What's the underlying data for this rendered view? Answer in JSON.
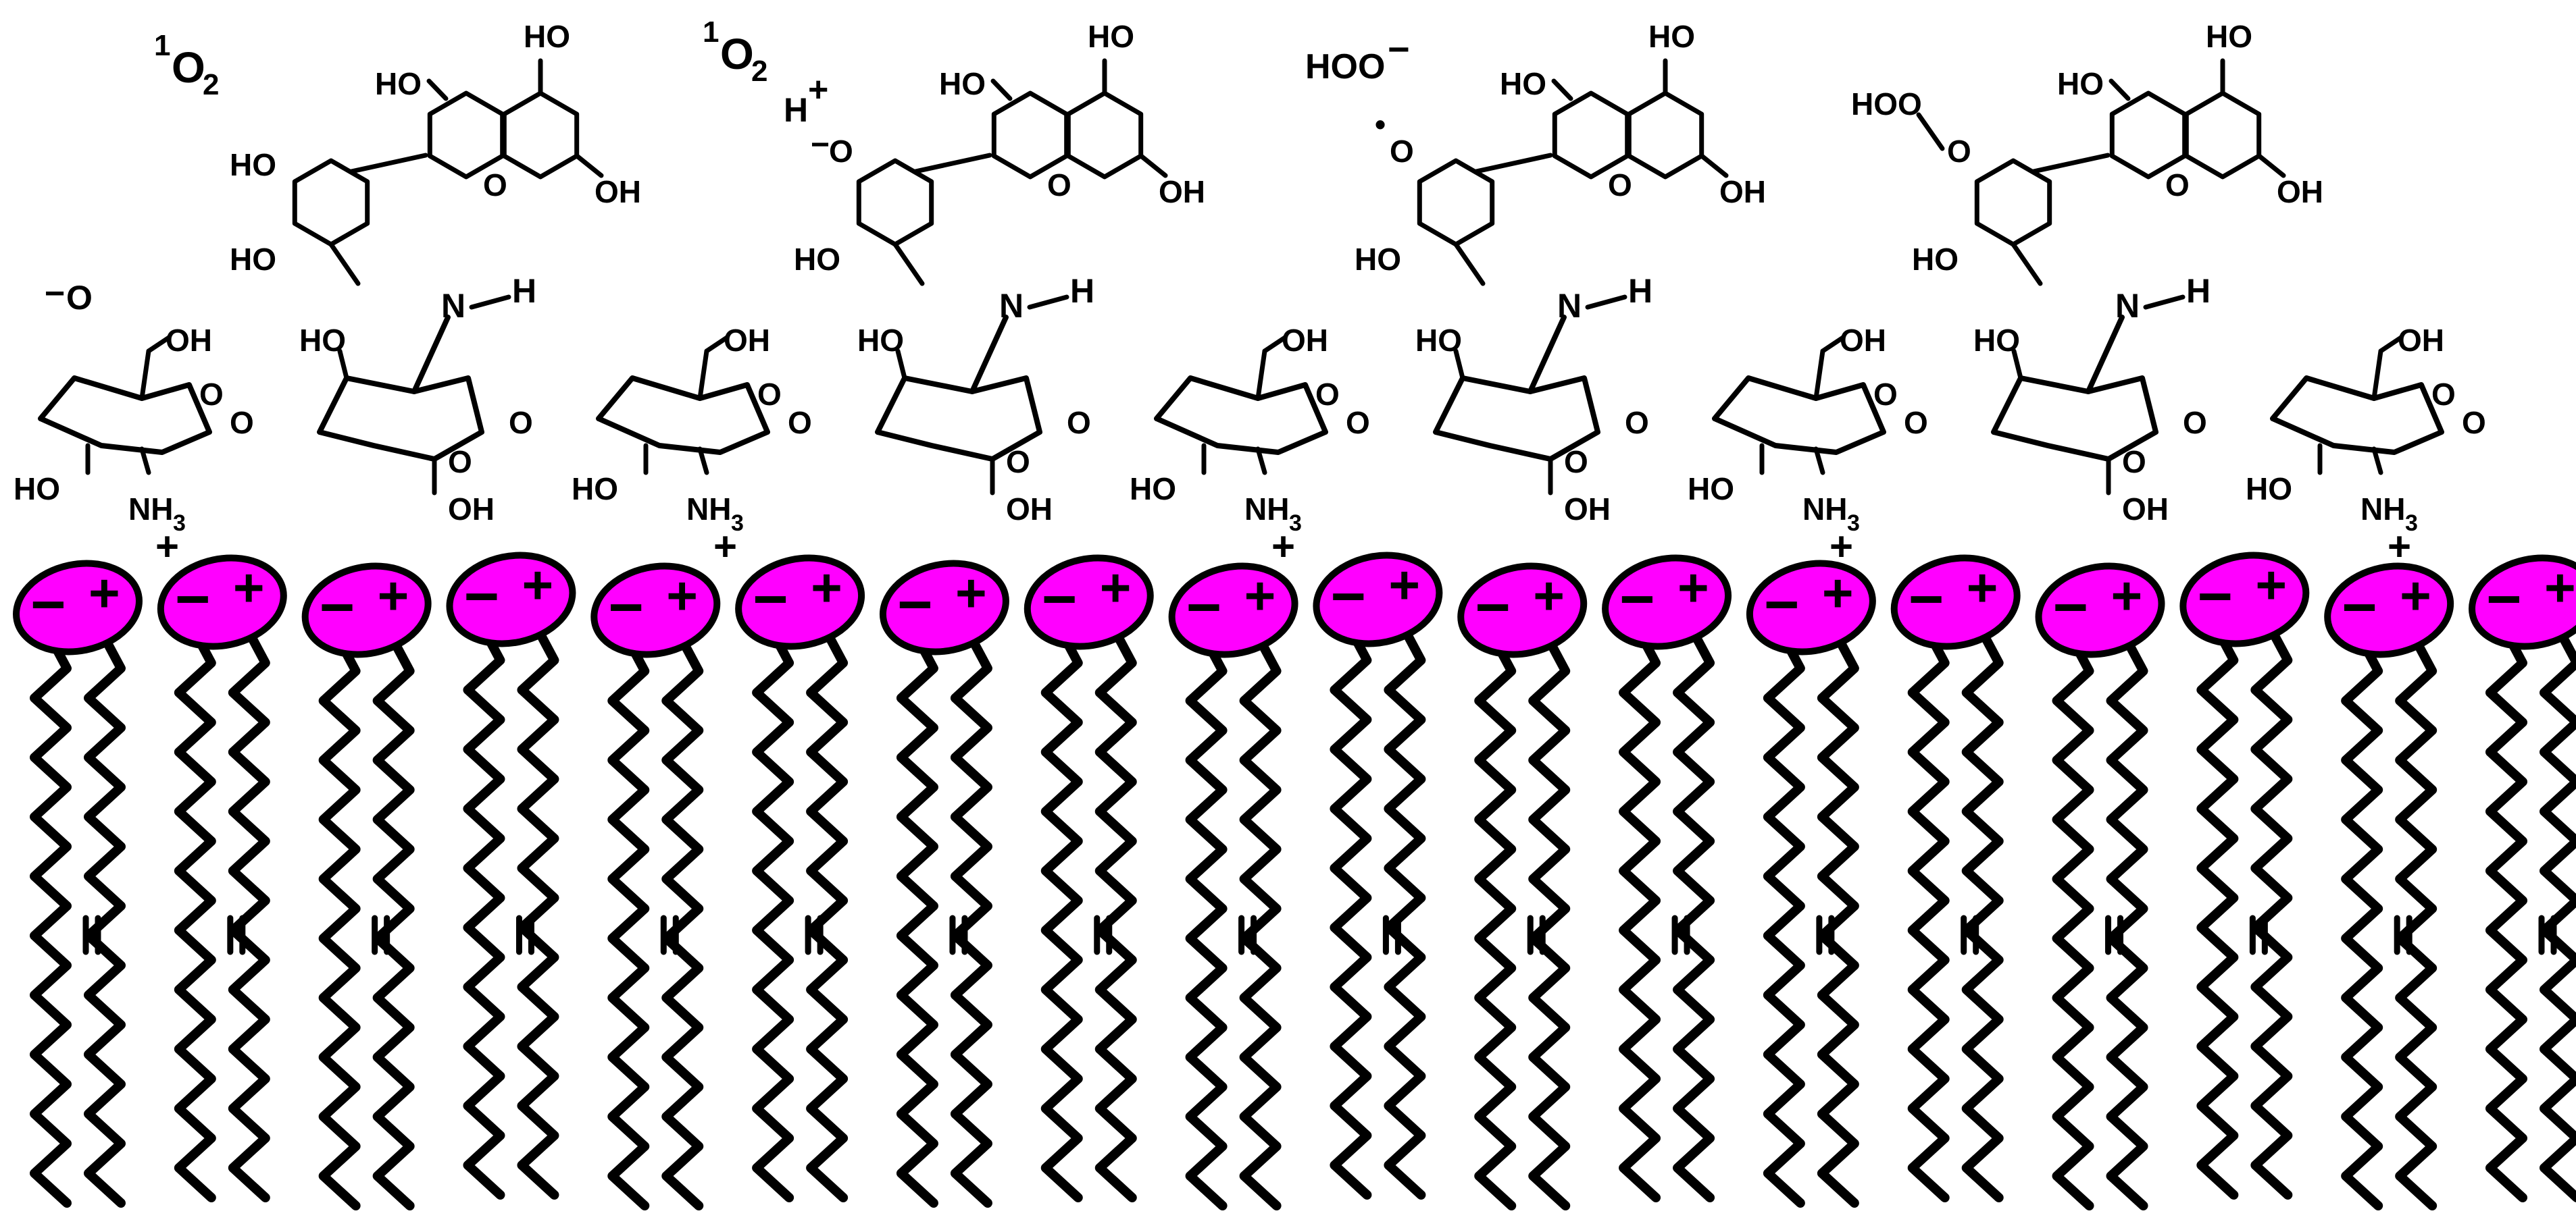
{
  "colors": {
    "background": "#ffffff",
    "ink": "#000000",
    "headgroup": "#ff00ff"
  },
  "species": {
    "singlet_oxygen_prefix": "1",
    "singlet_oxygen_main": "O",
    "singlet_oxygen_sub": "2",
    "proton_main": "H",
    "proton_charge": "+",
    "hydroperoxide_anion": "HOO",
    "anion_charge": "−",
    "alkoxide": "O",
    "hydroperoxy_prefix": "HOO"
  },
  "catechin": {
    "ho": "HO",
    "oh": "OH",
    "ring_o": "O",
    "ring_o_anion": "O",
    "radical_dot": "•"
  },
  "chitosan": {
    "n": "N",
    "h": "H",
    "oh": "OH",
    "ho": "HO",
    "ring_o": "O",
    "bridge_o": "O",
    "nh3_main": "NH",
    "nh3_sub": "3",
    "plus": "+"
  },
  "lipid": {
    "count": 18,
    "minus": "−",
    "plus": "+",
    "double_bond": "="
  }
}
